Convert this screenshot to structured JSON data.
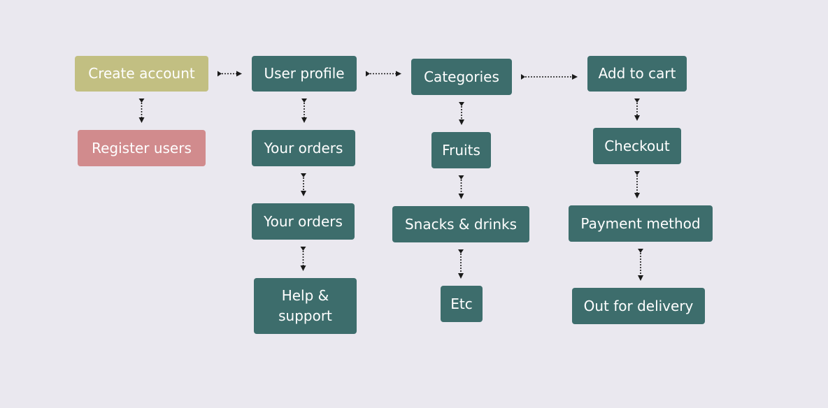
{
  "colors": {
    "background": "#eae8ef",
    "create_account": "#c2bf82",
    "register_users": "#d18b8d",
    "node": "#3d6d6c",
    "connector": "#1a1a1a"
  },
  "nodes": {
    "create_account": "Create account",
    "register_users": "Register users",
    "user_profile": "User profile",
    "your_orders_1": "Your orders",
    "your_orders_2": "Your orders",
    "help_support": "Help &\nsupport",
    "categories": "Categories",
    "fruits": "Fruits",
    "snacks_drinks": "Snacks & drinks",
    "etc": "Etc",
    "add_to_cart": "Add to cart",
    "checkout": "Checkout",
    "payment_method": "Payment method",
    "out_for_delivery": "Out for delivery"
  },
  "edges": [
    {
      "from": "create_account",
      "to": "user_profile"
    },
    {
      "from": "create_account",
      "to": "register_users"
    },
    {
      "from": "user_profile",
      "to": "categories"
    },
    {
      "from": "user_profile",
      "to": "your_orders_1"
    },
    {
      "from": "your_orders_1",
      "to": "your_orders_2"
    },
    {
      "from": "your_orders_2",
      "to": "help_support"
    },
    {
      "from": "categories",
      "to": "add_to_cart"
    },
    {
      "from": "categories",
      "to": "fruits"
    },
    {
      "from": "fruits",
      "to": "snacks_drinks"
    },
    {
      "from": "snacks_drinks",
      "to": "etc"
    },
    {
      "from": "add_to_cart",
      "to": "checkout"
    },
    {
      "from": "checkout",
      "to": "payment_method"
    },
    {
      "from": "payment_method",
      "to": "out_for_delivery"
    }
  ]
}
